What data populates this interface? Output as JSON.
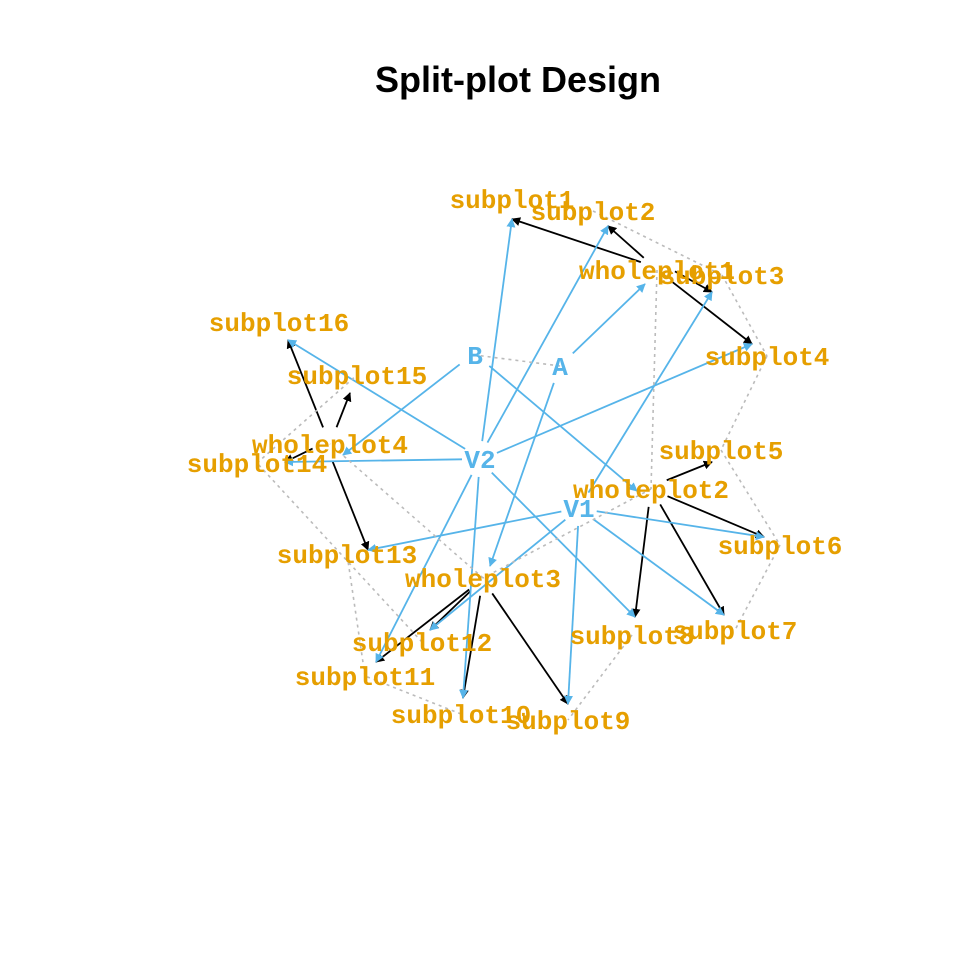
{
  "title": "Split-plot Design",
  "colors": {
    "treatment": "#56b4e9",
    "unit": "#e69f00",
    "nest": "#000000",
    "dashed": "#bbbbbb",
    "background": "#ffffff"
  },
  "nodes": [
    {
      "id": "A",
      "label": "A",
      "kind": "treatment"
    },
    {
      "id": "B",
      "label": "B",
      "kind": "treatment"
    },
    {
      "id": "V1",
      "label": "V1",
      "kind": "treatment"
    },
    {
      "id": "V2",
      "label": "V2",
      "kind": "treatment"
    },
    {
      "id": "wp1",
      "label": "wholeplot1",
      "kind": "unit"
    },
    {
      "id": "wp2",
      "label": "wholeplot2",
      "kind": "unit"
    },
    {
      "id": "wp3",
      "label": "wholeplot3",
      "kind": "unit"
    },
    {
      "id": "wp4",
      "label": "wholeplot4",
      "kind": "unit"
    },
    {
      "id": "sp1",
      "label": "subplot1",
      "kind": "unit"
    },
    {
      "id": "sp2",
      "label": "subplot2",
      "kind": "unit"
    },
    {
      "id": "sp3",
      "label": "subplot3",
      "kind": "unit"
    },
    {
      "id": "sp4",
      "label": "subplot4",
      "kind": "unit"
    },
    {
      "id": "sp5",
      "label": "subplot5",
      "kind": "unit"
    },
    {
      "id": "sp6",
      "label": "subplot6",
      "kind": "unit"
    },
    {
      "id": "sp7",
      "label": "subplot7",
      "kind": "unit"
    },
    {
      "id": "sp8",
      "label": "subplot8",
      "kind": "unit"
    },
    {
      "id": "sp9",
      "label": "subplot9",
      "kind": "unit"
    },
    {
      "id": "sp10",
      "label": "subplot10",
      "kind": "unit"
    },
    {
      "id": "sp11",
      "label": "subplot11",
      "kind": "unit"
    },
    {
      "id": "sp12",
      "label": "subplot12",
      "kind": "unit"
    },
    {
      "id": "sp13",
      "label": "subplot13",
      "kind": "unit"
    },
    {
      "id": "sp14",
      "label": "subplot14",
      "kind": "unit"
    },
    {
      "id": "sp15",
      "label": "subplot15",
      "kind": "unit"
    },
    {
      "id": "sp16",
      "label": "subplot16",
      "kind": "unit"
    }
  ],
  "edges": [
    {
      "from": "wp1",
      "to": "sp1",
      "type": "nest"
    },
    {
      "from": "wp1",
      "to": "sp2",
      "type": "nest"
    },
    {
      "from": "wp1",
      "to": "sp3",
      "type": "nest"
    },
    {
      "from": "wp1",
      "to": "sp4",
      "type": "nest"
    },
    {
      "from": "wp2",
      "to": "sp5",
      "type": "nest"
    },
    {
      "from": "wp2",
      "to": "sp6",
      "type": "nest"
    },
    {
      "from": "wp2",
      "to": "sp7",
      "type": "nest"
    },
    {
      "from": "wp2",
      "to": "sp8",
      "type": "nest"
    },
    {
      "from": "wp3",
      "to": "sp9",
      "type": "nest"
    },
    {
      "from": "wp3",
      "to": "sp10",
      "type": "nest"
    },
    {
      "from": "wp3",
      "to": "sp11",
      "type": "nest"
    },
    {
      "from": "wp3",
      "to": "sp12",
      "type": "nest"
    },
    {
      "from": "wp4",
      "to": "sp13",
      "type": "nest"
    },
    {
      "from": "wp4",
      "to": "sp14",
      "type": "nest"
    },
    {
      "from": "wp4",
      "to": "sp15",
      "type": "nest"
    },
    {
      "from": "wp4",
      "to": "sp16",
      "type": "nest"
    },
    {
      "from": "A",
      "to": "wp1",
      "type": "treatment"
    },
    {
      "from": "A",
      "to": "wp3",
      "type": "treatment"
    },
    {
      "from": "B",
      "to": "wp2",
      "type": "treatment"
    },
    {
      "from": "B",
      "to": "wp4",
      "type": "treatment"
    },
    {
      "from": "V1",
      "to": "sp3",
      "type": "treatment"
    },
    {
      "from": "V1",
      "to": "sp6",
      "type": "treatment"
    },
    {
      "from": "V1",
      "to": "sp7",
      "type": "treatment"
    },
    {
      "from": "V1",
      "to": "sp9",
      "type": "treatment"
    },
    {
      "from": "V1",
      "to": "sp12",
      "type": "treatment"
    },
    {
      "from": "V1",
      "to": "sp13",
      "type": "treatment"
    },
    {
      "from": "V2",
      "to": "sp1",
      "type": "treatment"
    },
    {
      "from": "V2",
      "to": "sp2",
      "type": "treatment"
    },
    {
      "from": "V2",
      "to": "sp4",
      "type": "treatment"
    },
    {
      "from": "V2",
      "to": "sp8",
      "type": "treatment"
    },
    {
      "from": "V2",
      "to": "sp10",
      "type": "treatment"
    },
    {
      "from": "V2",
      "to": "sp11",
      "type": "treatment"
    },
    {
      "from": "V2",
      "to": "sp14",
      "type": "treatment"
    },
    {
      "from": "V2",
      "to": "sp16",
      "type": "treatment"
    },
    {
      "from": "A",
      "to": "B",
      "type": "dashed"
    },
    {
      "from": "wp1",
      "to": "wp2",
      "type": "dashed"
    },
    {
      "from": "wp2",
      "to": "wp3",
      "type": "dashed"
    },
    {
      "from": "wp3",
      "to": "wp4",
      "type": "dashed"
    },
    {
      "from": "sp2",
      "to": "sp3",
      "type": "dashed"
    },
    {
      "from": "sp3",
      "to": "sp4",
      "type": "dashed"
    },
    {
      "from": "sp4",
      "to": "sp5",
      "type": "dashed"
    },
    {
      "from": "sp5",
      "to": "sp6",
      "type": "dashed"
    },
    {
      "from": "sp6",
      "to": "sp7",
      "type": "dashed"
    },
    {
      "from": "sp8",
      "to": "sp9",
      "type": "dashed"
    },
    {
      "from": "sp10",
      "to": "sp11",
      "type": "dashed"
    },
    {
      "from": "sp11",
      "to": "sp13",
      "type": "dashed"
    },
    {
      "from": "sp12",
      "to": "sp14",
      "type": "dashed"
    },
    {
      "from": "sp14",
      "to": "sp15",
      "type": "dashed"
    }
  ]
}
